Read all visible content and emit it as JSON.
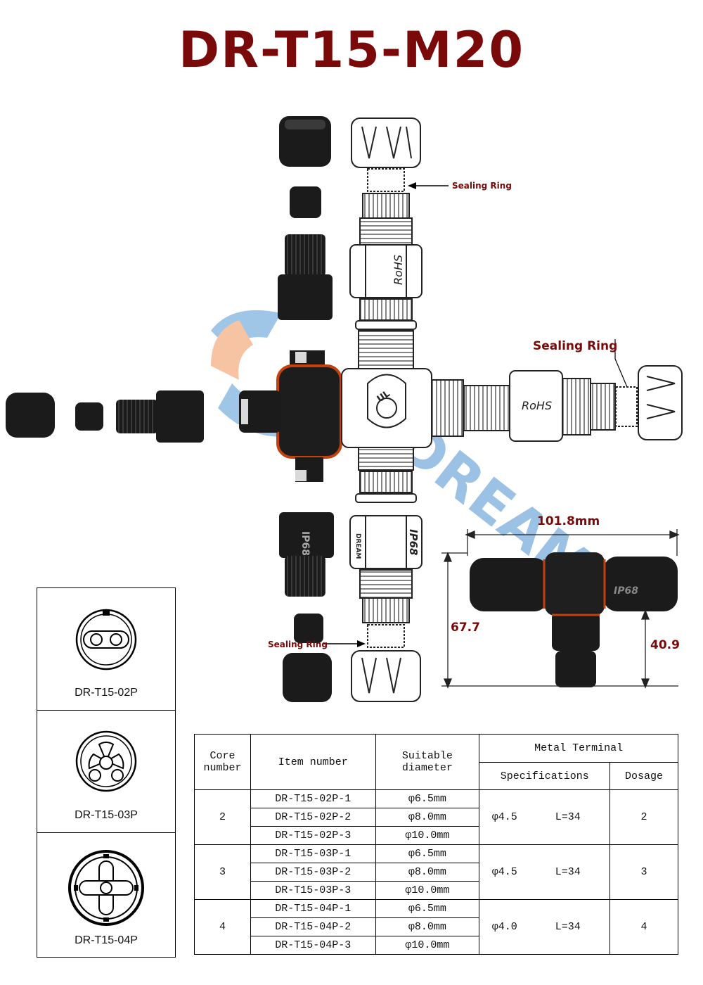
{
  "title": "DR-T15-M20",
  "callouts": {
    "sealing_ring_top": "Sealing Ring",
    "sealing_ring_right": "Sealing Ring",
    "sealing_ring_bottom": "Sealing Ring"
  },
  "dimensions": {
    "width": "101.8mm",
    "height": "67.7",
    "branch_height": "40.9"
  },
  "product_markings": {
    "rohs": "RoHS",
    "ul": "UL",
    "ip68": "IP68",
    "dream": "DREAM"
  },
  "watermark": "DREAM",
  "pin_layouts": [
    {
      "label": "DR-T15-02P"
    },
    {
      "label": "DR-T15-03P"
    },
    {
      "label": "DR-T15-04P"
    }
  ],
  "table": {
    "headers": {
      "core_number": "Core number",
      "item_number": "Item number",
      "suitable_diameter": "Suitable diameter",
      "metal_terminal": "Metal Terminal",
      "specifications": "Specifications",
      "dosage": "Dosage"
    },
    "groups": [
      {
        "core": "2",
        "spec_dia": "φ4.5",
        "spec_len": "L=34",
        "dosage": "2",
        "rows": [
          {
            "item": "DR-T15-02P-1",
            "diameter": "φ6.5mm"
          },
          {
            "item": "DR-T15-02P-2",
            "diameter": "φ8.0mm"
          },
          {
            "item": "DR-T15-02P-3",
            "diameter": "φ10.0mm"
          }
        ]
      },
      {
        "core": "3",
        "spec_dia": "φ4.5",
        "spec_len": "L=34",
        "dosage": "3",
        "rows": [
          {
            "item": "DR-T15-03P-1",
            "diameter": "φ6.5mm"
          },
          {
            "item": "DR-T15-03P-2",
            "diameter": "φ8.0mm"
          },
          {
            "item": "DR-T15-03P-3",
            "diameter": "φ10.0mm"
          }
        ]
      },
      {
        "core": "4",
        "spec_dia": "φ4.0",
        "spec_len": "L=34",
        "dosage": "4",
        "rows": [
          {
            "item": "DR-T15-04P-1",
            "diameter": "φ6.5mm"
          },
          {
            "item": "DR-T15-04P-2",
            "diameter": "φ8.0mm"
          },
          {
            "item": "DR-T15-04P-3",
            "diameter": "φ10.0mm"
          }
        ]
      }
    ]
  }
}
